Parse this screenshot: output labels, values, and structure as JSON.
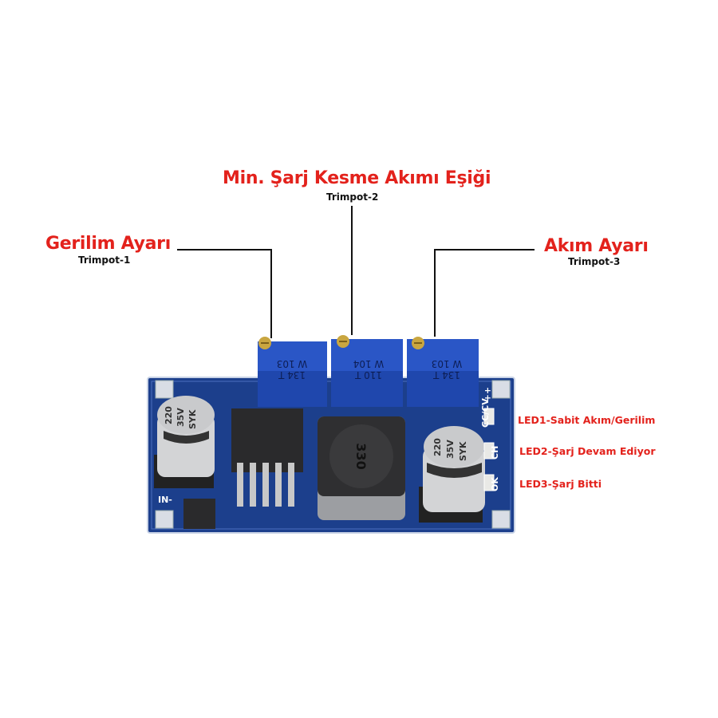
{
  "callouts": {
    "trimpot1": {
      "title": "Gerilim Ayarı",
      "subtitle": "Trimpot-1"
    },
    "trimpot2": {
      "title": "Min. Şarj Kesme Akımı Eşiği",
      "subtitle": "Trimpot-2"
    },
    "trimpot3": {
      "title": "Akım Ayarı",
      "subtitle": "Trimpot-3"
    }
  },
  "leds": [
    {
      "label": "LED1-Sabit Akım/Gerilim"
    },
    {
      "label": "LED2-Şarj Devam Ediyor"
    },
    {
      "label": "LED3-Şarj Bitti"
    }
  ],
  "board_markings": {
    "pot1": [
      "W 103",
      "134 T"
    ],
    "pot2": [
      "W 104",
      "110 T"
    ],
    "pot3": [
      "W 103",
      "134 T"
    ],
    "cap": [
      "220",
      "35V",
      "SYK"
    ],
    "inductor": "330",
    "silk": {
      "in_minus": "IN-",
      "plus": "++",
      "cc_cv": "CC/CV",
      "ch": "CH",
      "ok": "OK"
    }
  },
  "colors": {
    "accent": "#e3221c",
    "pcb": "#1c3f8c",
    "pot": "#2a56c6"
  }
}
